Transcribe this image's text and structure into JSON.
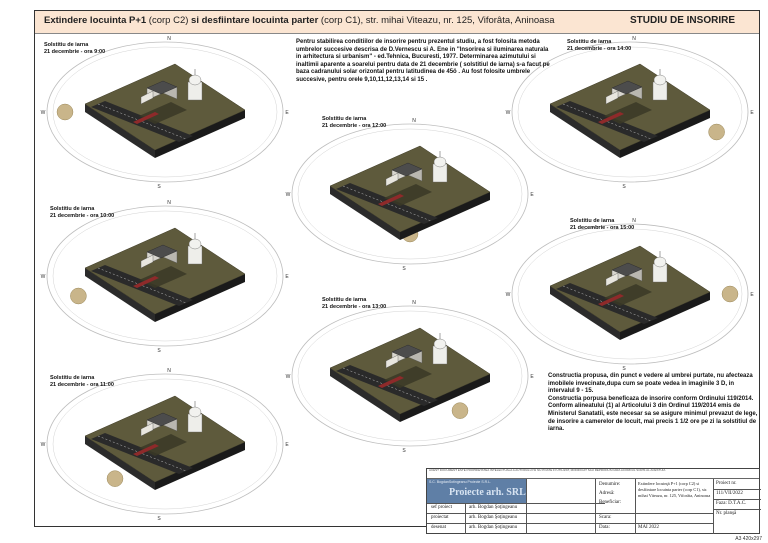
{
  "header": {
    "title_bold1": "Extindere locuinta P+1",
    "title_norm1": " (corp C2) ",
    "title_bold2": "si desfiintare locuinta parter",
    "title_norm2": " (corp C1), str. mihai Viteazu, nr. 125, Viforâta, Aninoasa",
    "right": "STUDIU DE INSORIRE"
  },
  "views": [
    {
      "line1": "Solstitiu de iarna",
      "line2": "21 decembrie - ora 9:00"
    },
    {
      "line1": "Solstitiu de iarna",
      "line2": "21 decembrie - ora 10:00"
    },
    {
      "line1": "Solstitiu de iarna",
      "line2": "21 decembrie - ora 11:00"
    },
    {
      "line1": "Solstitiu de iarna",
      "line2": "21 decembrie - ora 12:00"
    },
    {
      "line1": "Solstitiu de iarna",
      "line2": "21 decembrie - ora 13:00"
    },
    {
      "line1": "Solstitiu de iarna",
      "line2": "21 decembrie - ora 14:00"
    },
    {
      "line1": "Solstitiu de iarna",
      "line2": "21 decembrie - ora 15:00"
    }
  ],
  "compass": {
    "n": "N",
    "s": "S",
    "e": "E",
    "w": "W"
  },
  "intro_note": "Pentru stabilirea conditiilor de insorire pentru prezentul studiu, a fost folosita metoda umbrelor succesive descrisa de D.Vernescu si A. Ene in \"Insorirea si iluminarea naturala in arhitectura si urbanism\" - ed.Tehnica, Bucuresti, 1977. Determinarea azimutului si inaltimii aparente a soarelui pentru data de 21 decembrie ( solstitiul de iarna) s-a facut pe baza cadranului solar orizontal pentru latitudinea de 45ö . Au fost folosite umbrele succesive, pentru orele 9,10,11,12,13,14 si 15 .",
  "conclusion": {
    "p1": "Constructia propusa, din punct e vedere al umbrei purtate, nu afecteaza imobilele invecinate,dupa cum se poate vedea in imaginile 3 D, in intervalul 9 - 15.",
    "p2": "Constructia porpusa beneficaza de insorire conform Ordinului 119/2014.",
    "p3": "Conform alineatului (1) al Articolului 3 din Ordinul 119/2014 emis de Ministerul Sanatatii, este necesar sa se asigure minimul prevazut de lege, de insorire a camerelor de locuit, mai precis 1 1/2 ore pe zi la solstitiul de iarna."
  },
  "titleblock": {
    "strip": "ACEST DOCUMENT ESTE PROPRIETATEA INTELECTUALA A AUTORULUI SI NU POATE FI UTILIZAT, MODIFICAT SAU REPRODUS FARA ACORDUL SCRIS AL ACESTUIA",
    "logo_small": "S.C. BogdanSotingeanu Proiecte S.R.L.",
    "logo_big": "Proiecte arh. SRL",
    "roles": [
      "sef proiect",
      "proiectat",
      "desenat"
    ],
    "names": [
      "arh. Bogdan Şoţingeanu",
      "arh. Bogdan Şoţingeanu",
      "arh. Bogdan Şoţingeanu"
    ],
    "labels": [
      "Denumire:",
      "Adresă:",
      "Beneficiar:",
      "Scara:",
      "Data:"
    ],
    "data_value": "MAI 2022",
    "denumire_value": "Extindere locuinţă P+1 (corp C2) si desfiintare locuinta parter (corp C1), str. mihai Viteazu, nr. 125, Viforâta, Aninoasa",
    "proiect_label": "Proiect nr.",
    "proiect_value": "111/VII/2022",
    "faza": "Faza: D.T.A.C.",
    "plansa": "Nr. planşă"
  },
  "format": "A3 420x297"
}
